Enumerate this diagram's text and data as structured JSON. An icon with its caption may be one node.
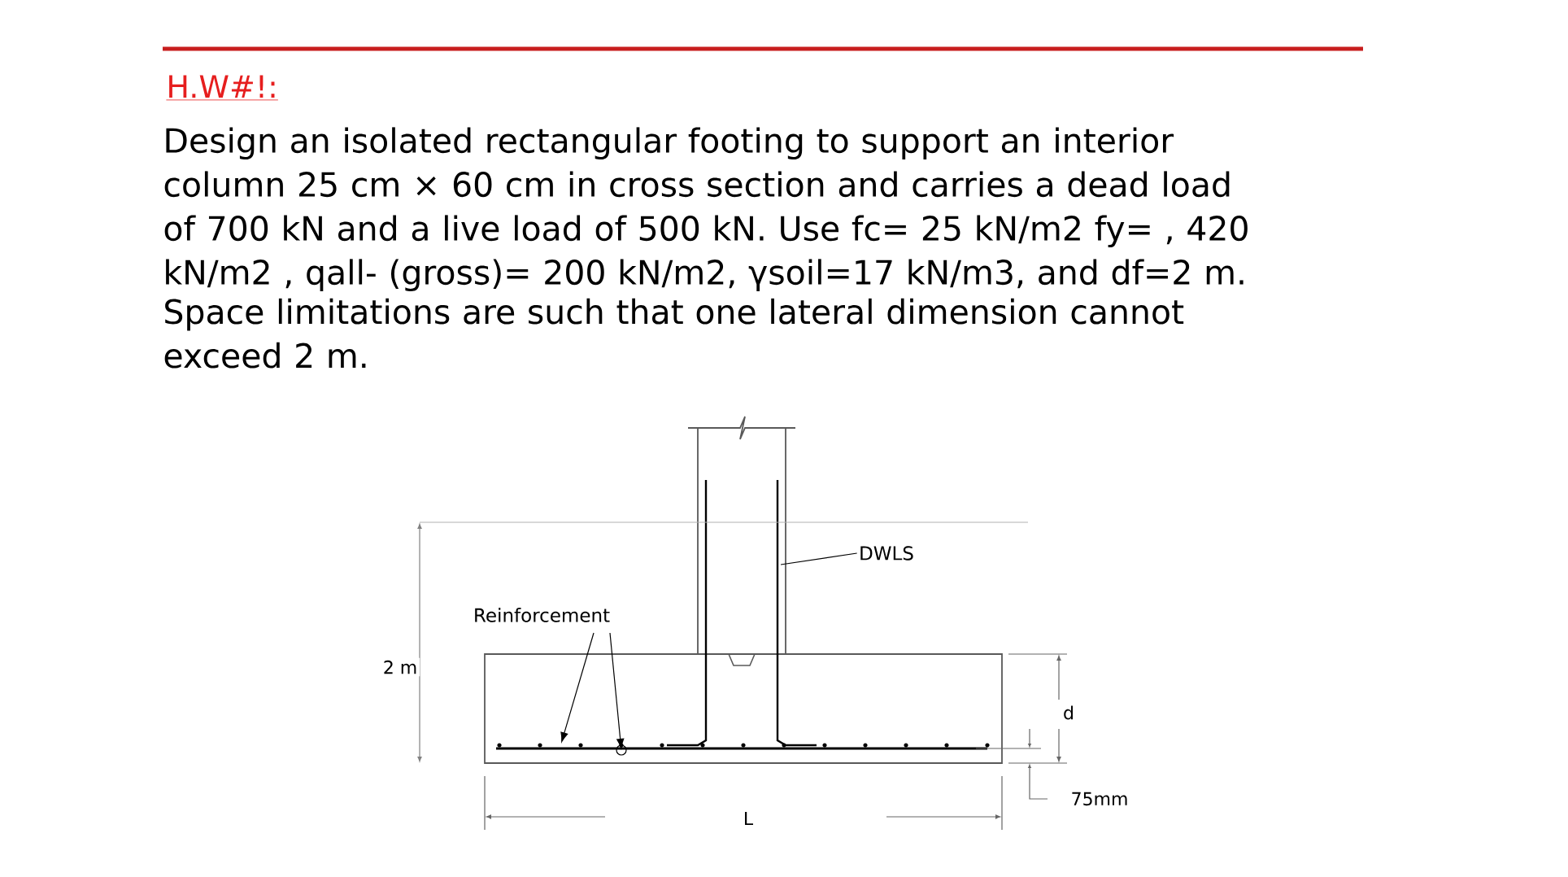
{
  "diagram": {
    "title": "H.W#!:",
    "nodes": [
      {
        "text": [
          "Reinforcement"
        ]
      },
      {
        "text": [
          "DWLS"
        ]
      }
    ],
    "edges": [
      {
        "from": 0,
        "to": null,
        "arrow": "to"
      },
      {
        "from": 0,
        "to": null,
        "arrow": "to"
      },
      {
        "from": 1,
        "to": null,
        "arrow": "none"
      }
    ],
    "labels": [
      "Design an isolated rectangular footing to support an interior column 25 cm × 60 cm in cross section and carries a dead load of 700 kN and a live load of 500 kN. Use fc= 25 kN/m2 fy= , 420 kN/m2 , qall- (gross)= 200 kN/m2, γsoil=17 kN/m3, and df=2 m.",
      "Space limitations are such that one lateral dimension cannot exceed 2 m.",
      "2 m",
      "d",
      "75mm",
      "L"
    ]
  }
}
